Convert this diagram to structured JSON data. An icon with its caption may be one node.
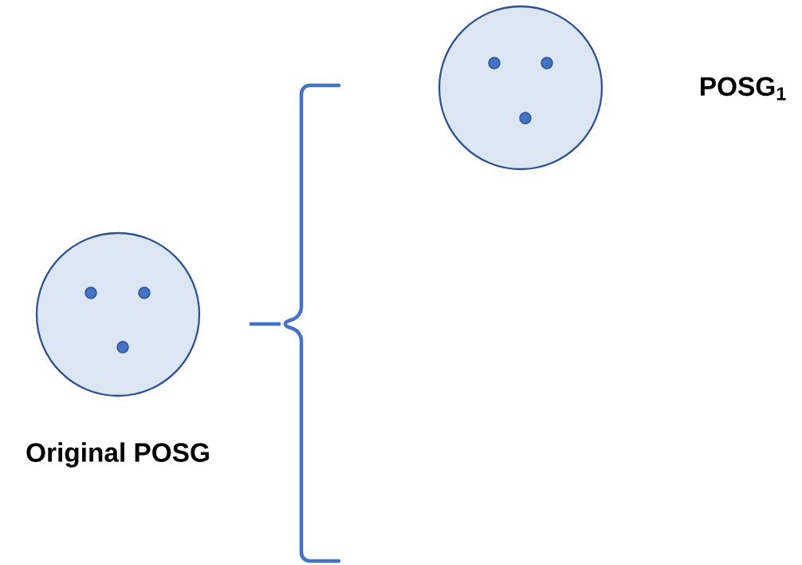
{
  "diagram": {
    "nodes": [
      {
        "text": [],
        "shape": "circle",
        "beside": [
          "Original POSG"
        ]
      },
      {
        "text": [],
        "shape": "circle",
        "beside": [
          "POSG$_{1}$"
        ]
      }
    ]
  }
}
